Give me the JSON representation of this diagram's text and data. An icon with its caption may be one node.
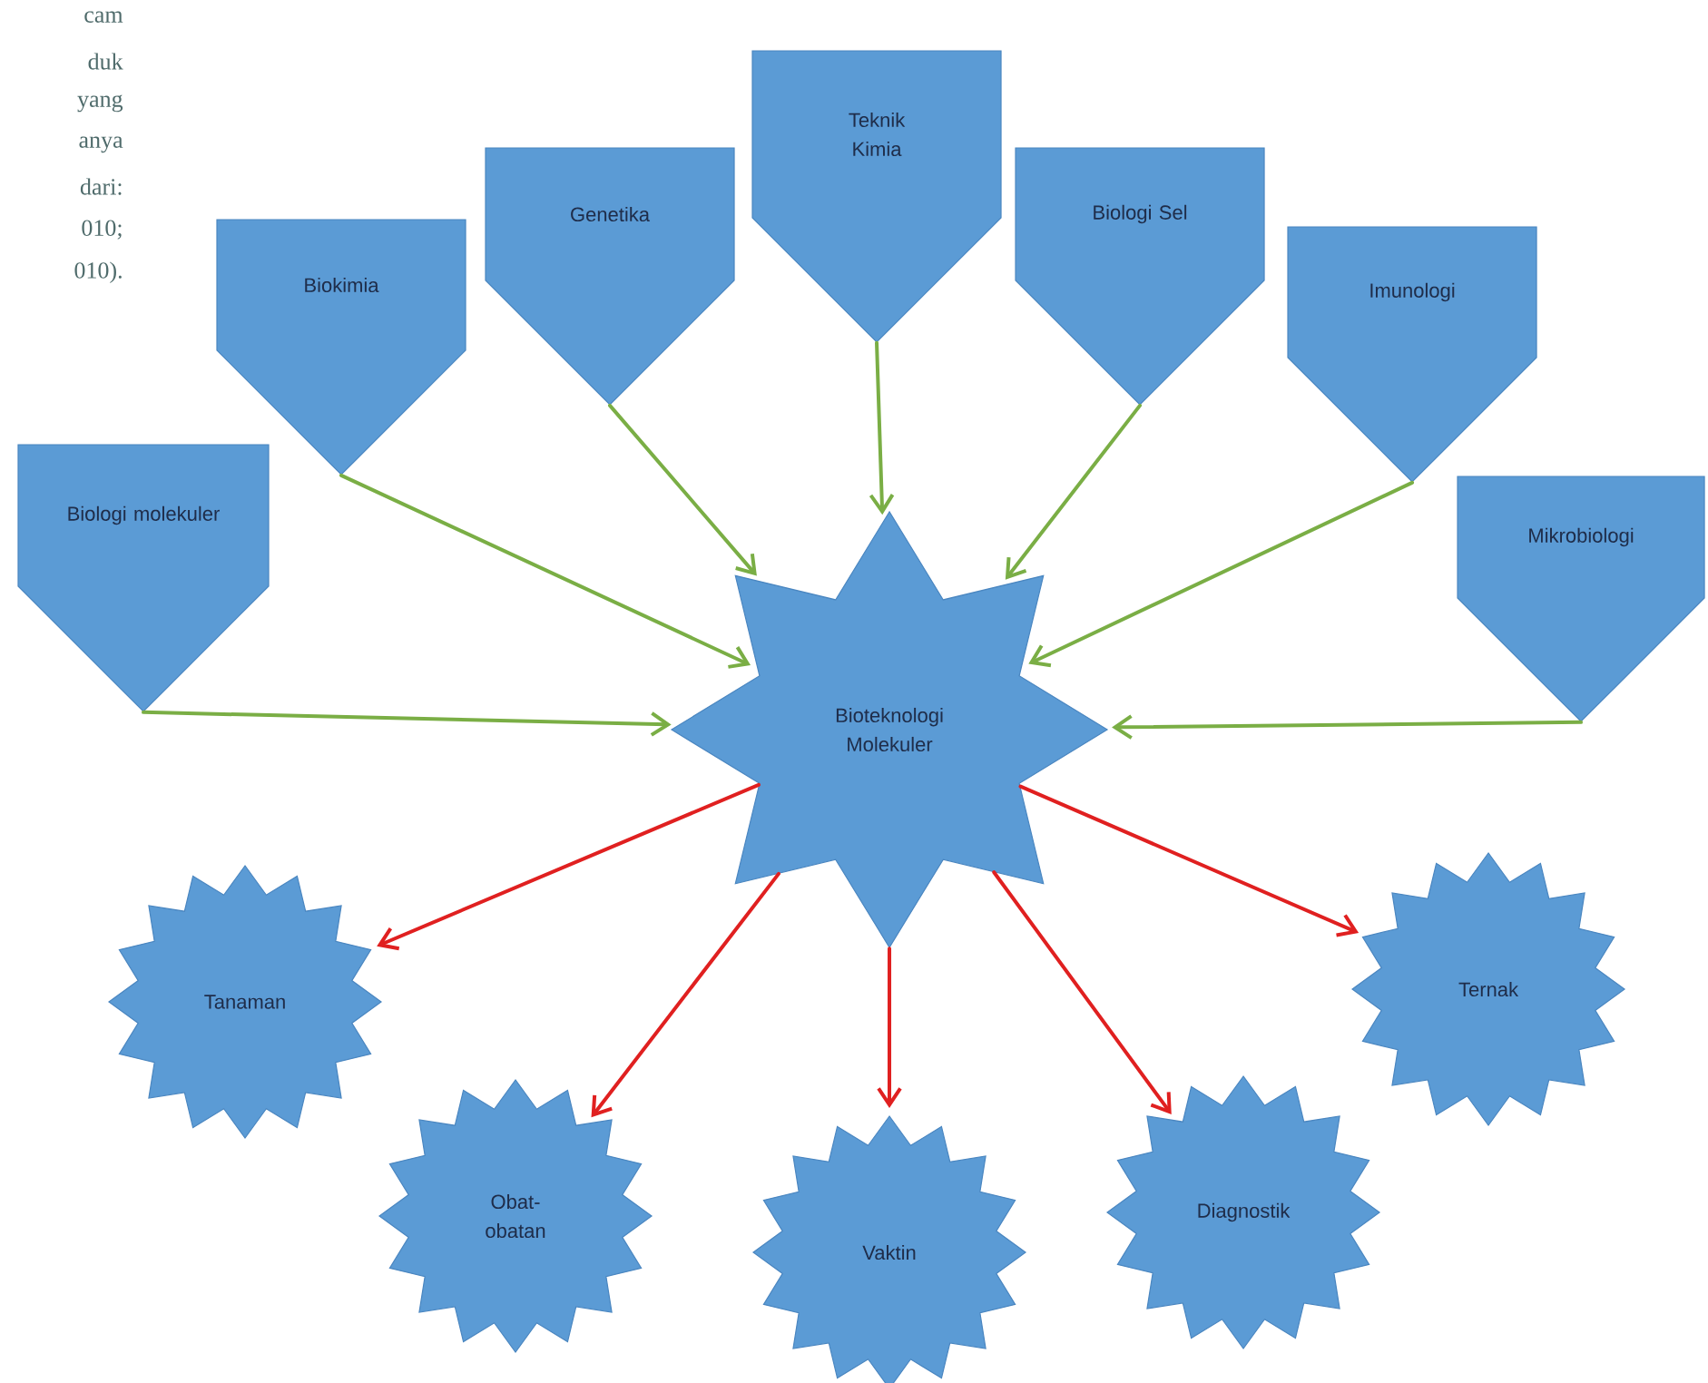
{
  "diagram": {
    "nodes": [
      {
        "text": [
          "Biologi molekuler"
        ]
      },
      {
        "text": [
          "Biokimia"
        ]
      },
      {
        "text": [
          "Genetika"
        ]
      },
      {
        "text": [
          "Teknik Kimia"
        ]
      },
      {
        "text": [
          "Biologi Sel"
        ]
      },
      {
        "text": [
          "Imunologi"
        ]
      },
      {
        "text": [
          "Mikrobiologi"
        ]
      },
      {
        "text": [
          "Bioteknologi Molekuler"
        ]
      },
      {
        "text": [
          "Tanaman"
        ]
      },
      {
        "text": [
          "Obat-obatan"
        ]
      },
      {
        "text": [
          "Vaktin"
        ]
      },
      {
        "text": [
          "Diagnostik"
        ]
      },
      {
        "text": [
          "Ternak"
        ]
      }
    ],
    "edges": [
      {
        "from": 0,
        "to": 7,
        "arrow": "to"
      },
      {
        "from": 1,
        "to": 7,
        "arrow": "to"
      },
      {
        "from": 2,
        "to": 7,
        "arrow": "to"
      },
      {
        "from": 3,
        "to": 7,
        "arrow": "to"
      },
      {
        "from": 4,
        "to": 7,
        "arrow": "to"
      },
      {
        "from": 5,
        "to": 7,
        "arrow": "to"
      },
      {
        "from": 6,
        "to": 7,
        "arrow": "to"
      },
      {
        "from": 7,
        "to": 8,
        "arrow": "to",
        "color": "#e02020"
      },
      {
        "from": 7,
        "to": 9,
        "arrow": "to",
        "color": "#e02020"
      },
      {
        "from": 7,
        "to": 10,
        "arrow": "to",
        "color": "#e02020"
      },
      {
        "from": 7,
        "to": 11,
        "arrow": "to",
        "color": "#e02020"
      },
      {
        "from": 7,
        "to": 12,
        "arrow": "to",
        "color": "#e02020"
      }
    ],
    "labels": [
      "cam",
      "duk",
      "yang",
      "anya",
      "dari:",
      "010;",
      "010)."
    ]
  }
}
